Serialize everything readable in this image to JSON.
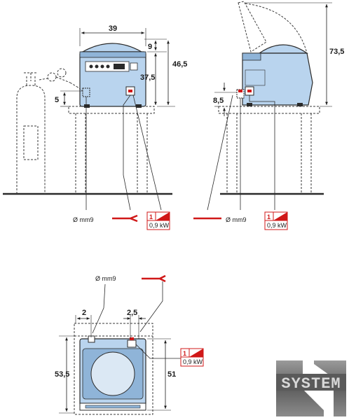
{
  "colors": {
    "machine_fill": "#b9d4ee",
    "machine_dark": "#8fb4d8",
    "outline": "#2a2a2a",
    "dashed": "#3a3a3a",
    "cable_red": "#d01818",
    "power_box_red": "#d01818",
    "logo_bg": "#7a7a7a"
  },
  "front_view": {
    "dims": {
      "width": "39",
      "lid_offset": "9",
      "total_height": "46,5",
      "body_height": "37,5",
      "gas_inlet_height": "5"
    },
    "gas_label": "Ø mm9",
    "power_phase": "1",
    "power_rating": "0,9 kW"
  },
  "side_view": {
    "dims": {
      "open_height": "73,5",
      "inlet_height": "8,5"
    },
    "gas_label": "Ø mm9",
    "power_phase": "1",
    "power_rating": "0,9 kW"
  },
  "top_view": {
    "dims": {
      "left_offset": "2",
      "right_offset": "2,5",
      "depth": "53,5",
      "chamber_depth": "51"
    },
    "gas_label": "Ø mm9",
    "power_phase": "1",
    "power_rating": "0,9 kW"
  },
  "logo": {
    "text": "SYSTEM"
  }
}
